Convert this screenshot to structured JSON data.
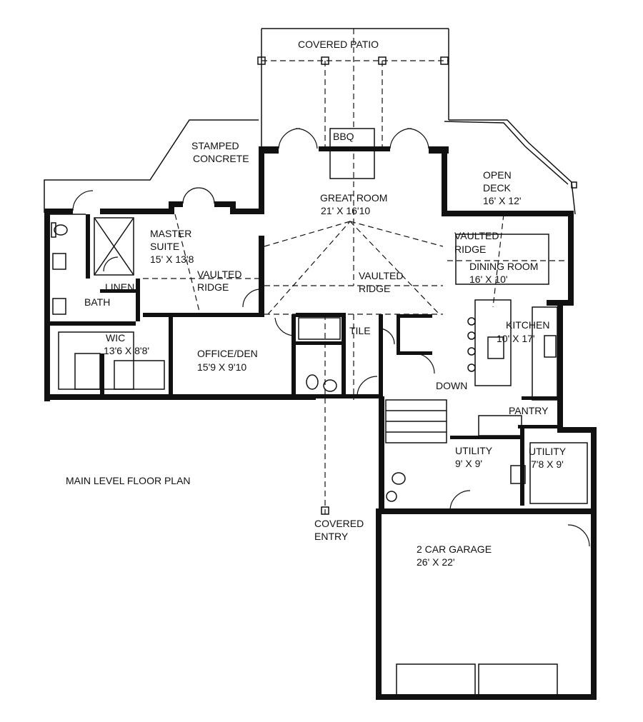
{
  "plan": {
    "title": "MAIN LEVEL FLOOR PLAN",
    "labels": {
      "covered_patio": "COVERED PATIO",
      "stamped": "STAMPED",
      "concrete": "CONCRETE",
      "bbq": "BBQ",
      "great_room": "GREAT ROOM",
      "great_room_size": "21' X 16'10",
      "open": "OPEN",
      "deck": "DECK",
      "deck_size": "16' X 12'",
      "master": "MASTER",
      "suite": "SUITE",
      "master_size": "15' X 13'8",
      "vaulted_1": "VAULTED",
      "ridge_1": "RIDGE",
      "vaulted_2": "VAULTED",
      "ridge_2": "RIDGE",
      "vaulted_3": "VAULTED",
      "ridge_3": "RIDGE",
      "dining": "DINING ROOM",
      "dining_size": "16' X 10'",
      "linen": "LINEN",
      "bath": "BATH",
      "tile": "TILE",
      "kitchen": "KITCHEN",
      "kitchen_size": "10' X 17'",
      "wic": "WIC",
      "wic_size": "13'6 X 8'8'",
      "office": "OFFICE/DEN",
      "office_size": "15'9 X 9'10",
      "down": "DOWN",
      "pantry": "PANTRY",
      "utility_1": "UTILITY",
      "utility_1_size": "9' X 9'",
      "utility_2": "UTILITY",
      "utility_2_size": "7'8 X 9'",
      "covered": "COVERED",
      "entry": "ENTRY",
      "garage": "2 CAR GARAGE",
      "garage_size": "26' X 22'"
    }
  }
}
